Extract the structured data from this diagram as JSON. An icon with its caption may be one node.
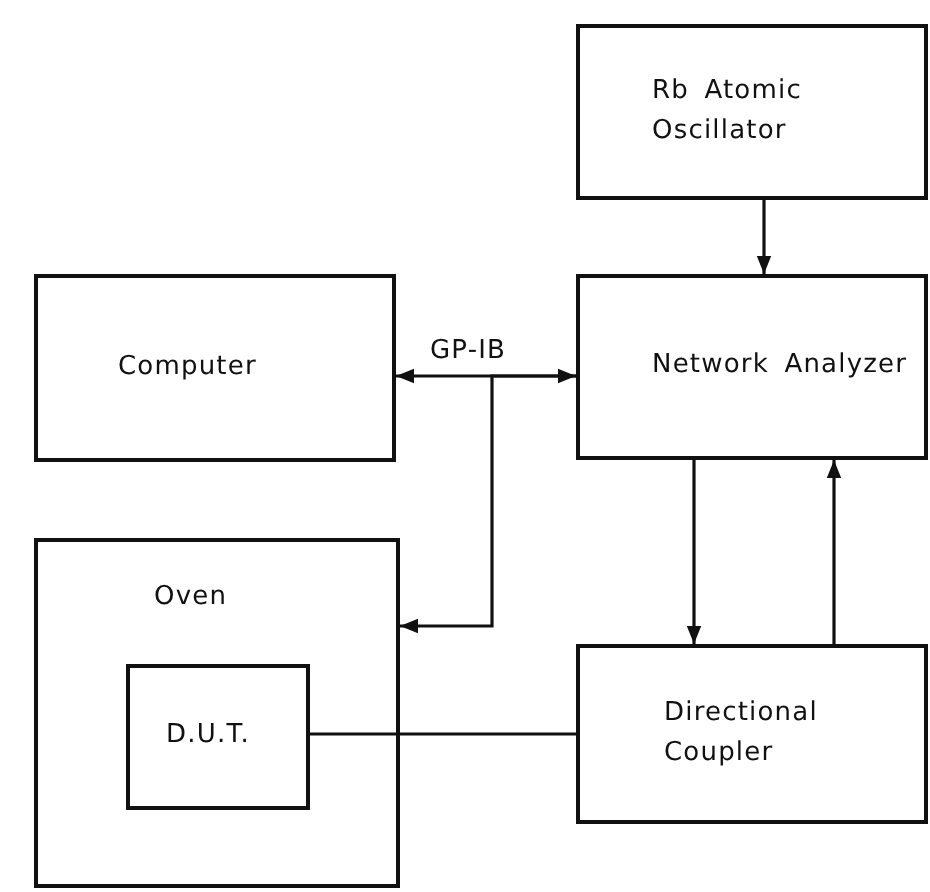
{
  "diagram": {
    "nodes": [
      {
        "text": [
          "Rb Atomic Oscillator"
        ]
      },
      {
        "text": [
          "Computer"
        ]
      },
      {
        "text": [
          "Network Analyzer"
        ]
      },
      {
        "text": [
          "Oven"
        ]
      },
      {
        "text": [
          "D.U.T."
        ],
        "in": 3
      },
      {
        "text": [
          "Directional Coupler"
        ]
      }
    ],
    "edges": [
      {
        "from": 0,
        "to": 2,
        "arrow": "to"
      },
      {
        "from": 1,
        "to": 2,
        "arrow": "both",
        "label": "GP-IB"
      },
      {
        "from": 2,
        "to": 3,
        "arrow": "to"
      },
      {
        "from": 2,
        "to": 5,
        "arrow": "to"
      },
      {
        "from": 5,
        "to": 2,
        "arrow": "to"
      },
      {
        "from": 4,
        "to": 5,
        "arrow": "none"
      }
    ]
  }
}
